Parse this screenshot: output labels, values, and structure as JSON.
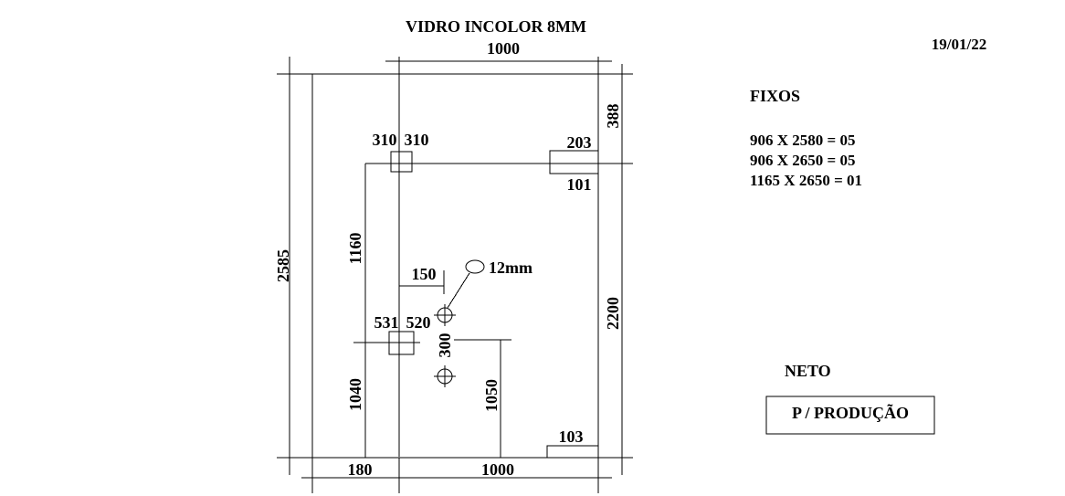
{
  "header": {
    "title": "VIDRO INCOLOR 8MM",
    "date": "19/01/22"
  },
  "dimensions": {
    "top_width": "1000",
    "total_height": "2585",
    "right_top": "388",
    "right_bottom": "2200",
    "bottom_left": "180",
    "bottom_right": "1000",
    "hinge_top_left": "310",
    "hinge_top_right": "310",
    "hinge_bottom_left": "531",
    "hinge_bottom_right": "520",
    "left_upper": "1160",
    "left_lower": "1040",
    "hole_offset": "150",
    "hole_spacing": "300",
    "handle_height": "1050",
    "notch_top_upper": "203",
    "notch_top_lower": "101",
    "notch_bottom": "103",
    "hole_diameter": "12mm"
  },
  "notes": {
    "fixos_title": "FIXOS",
    "fixos_lines": [
      "906 X 2580 = 05",
      "906 X 2650 = 05",
      "1165 X 2650 = 01"
    ],
    "client": "NETO",
    "status": "P / PRODUÇÃO"
  }
}
